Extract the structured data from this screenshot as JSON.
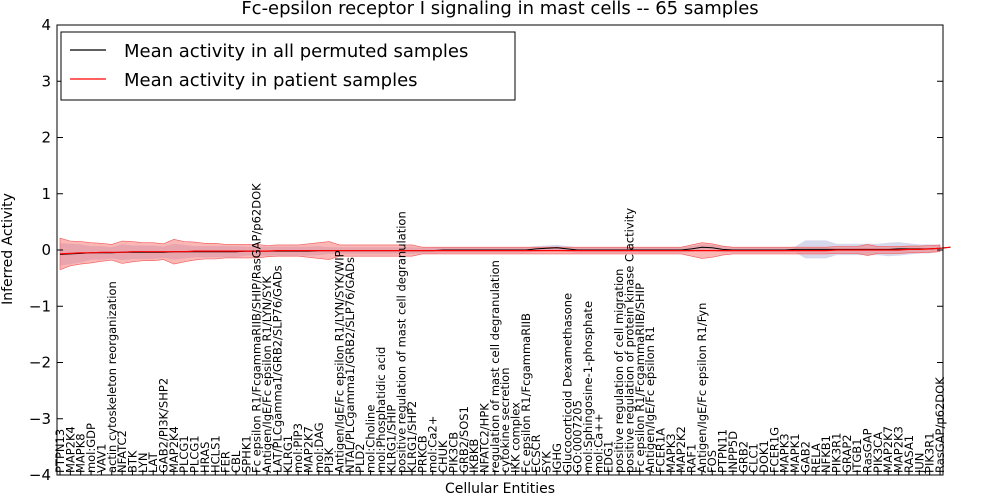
{
  "chart_data": {
    "type": "line",
    "title": "Fc-epsilon receptor I signaling in mast cells -- 65 samples",
    "xlabel": "Cellular Entities",
    "ylabel": "Inferred Activity",
    "ylim": [
      -4,
      4
    ],
    "yticks": [
      -4,
      -3,
      -2,
      -1,
      0,
      1,
      2,
      3,
      4
    ],
    "legend_position": "top-left",
    "grid": false,
    "categories": [
      "PTPN13",
      "MAP2K4",
      "MAPK8",
      "mol:GDP",
      "VAV1",
      "actin cytoskeleton reorganization",
      "NFATC2",
      "BTK",
      "LYN",
      "LAT",
      "GAB2/PI3K/SHP2",
      "MAP2K4",
      "PLCG1",
      "PLCG1",
      "HRAS",
      "HCLS1",
      "FER",
      "CBL",
      "SPHK1",
      "Fc epsilon R1/FcgammaRIIB/SHIP/RasGAP/p62DOK",
      "Antigen/IgE/Fc epsilon R1/LYN/SYK",
      "LAT/PLCgamma1/GRB2/SLP76/GADs",
      "KLRG1",
      "mol:PIP3",
      "MAP2K7",
      "mol:DAG",
      "PI3K",
      "Antigen/IgE/Fc epsilon R1/LYN/SYK/WIP",
      "NTAL/PLCgamma1/GRB2/SLP76/GADs",
      "PLD2",
      "mol:Choline",
      "mol:Phosphatidic acid",
      "KLRG1/SHIP",
      "positive regulation of mast cell degranulation",
      "KLRG1/SHP2",
      "PRKCB",
      "mol:Ca2+",
      "CHUK",
      "PIK3CB",
      "GRB2/SOS1",
      "IKBKB",
      "NFATC2/HPK",
      "regulation of mast cell degranulation",
      "cytokine secretion",
      "IKK complex",
      "Fc epsilon R1/FcgammaRIIB",
      "ECSCR",
      "SYK",
      "IGHG",
      "Glucocorticoid Dexamethasone",
      "GO:0007205",
      "mol:Sphingosine-1-phosphate",
      "mol:Ca++",
      "EDG1",
      "positive regulation of cell migration",
      "positive regulation of protein kinase C activity",
      "Fc epsilon R1/FcgammaRIIB/SHIP",
      "Antigen/IgE/Fc epsilon R1",
      "FCER1A",
      "MAPK3",
      "MAP2K2",
      "RAF1",
      "Antigen/IgE/Fc epsilon R1/Fyn",
      "FOS",
      "PTPN11",
      "INPP5D",
      "GRB2",
      "CLC1",
      "DOK1",
      "FCER1G",
      "MAPK3",
      "MAPK1",
      "GAB2",
      "RELA",
      "NFKB1",
      "PIK3R1",
      "GRAP2",
      "ITGB1",
      "RasGAP",
      "PIK3CA",
      "MAP2K7",
      "MAP2K3",
      "RASA1",
      "JUN",
      "PIK3R1",
      "RasGAP/p62DOK"
    ],
    "series": [
      {
        "name": "Mean activity in all permuted samples",
        "color": "#000000",
        "values": [
          -0.08,
          -0.07,
          -0.06,
          -0.05,
          -0.05,
          -0.05,
          -0.04,
          -0.04,
          -0.04,
          -0.04,
          -0.04,
          -0.03,
          -0.03,
          -0.03,
          -0.03,
          -0.03,
          -0.03,
          -0.03,
          -0.02,
          -0.02,
          -0.02,
          -0.02,
          -0.02,
          -0.02,
          -0.02,
          -0.01,
          -0.01,
          -0.01,
          -0.01,
          -0.01,
          -0.01,
          -0.01,
          -0.01,
          -0.01,
          -0.01,
          -0.01,
          -0.01,
          0.0,
          0.0,
          0.0,
          0.0,
          0.0,
          0.0,
          0.0,
          0.0,
          0.0,
          0.02,
          0.03,
          0.04,
          0.02,
          0.0,
          0.0,
          0.0,
          0.0,
          0.0,
          0.0,
          0.0,
          0.0,
          0.0,
          0.0,
          0.0,
          0.02,
          0.05,
          0.04,
          0.01,
          0.0,
          0.0,
          0.0,
          0.0,
          0.0,
          0.0,
          0.01,
          0.01,
          0.01,
          0.01,
          0.01,
          0.01,
          0.01,
          0.01,
          0.01,
          0.01,
          0.02,
          0.02,
          0.02,
          0.02,
          0.03,
          0.05
        ]
      },
      {
        "name": "Mean activity in patient samples",
        "color": "#ff0000",
        "values": [
          -0.07,
          -0.06,
          -0.05,
          -0.05,
          -0.04,
          -0.04,
          -0.04,
          -0.03,
          -0.03,
          -0.03,
          -0.03,
          -0.03,
          -0.03,
          -0.02,
          -0.02,
          -0.02,
          -0.02,
          -0.02,
          -0.02,
          -0.02,
          -0.02,
          -0.01,
          -0.01,
          -0.01,
          -0.01,
          -0.01,
          -0.01,
          -0.01,
          -0.01,
          -0.01,
          -0.01,
          -0.01,
          -0.01,
          -0.01,
          -0.01,
          -0.01,
          -0.01,
          -0.01,
          -0.01,
          -0.01,
          -0.01,
          -0.01,
          -0.01,
          -0.01,
          -0.01,
          -0.01,
          -0.01,
          -0.01,
          -0.01,
          -0.01,
          -0.01,
          -0.01,
          -0.01,
          -0.01,
          -0.01,
          -0.01,
          -0.01,
          -0.01,
          -0.01,
          -0.01,
          -0.01,
          -0.01,
          -0.01,
          -0.01,
          -0.01,
          -0.01,
          -0.01,
          -0.01,
          -0.01,
          -0.01,
          -0.01,
          -0.01,
          -0.01,
          -0.01,
          -0.01,
          0.0,
          0.0,
          0.0,
          0.0,
          0.0,
          0.0,
          0.0,
          0.01,
          0.01,
          0.02,
          0.03,
          0.05
        ]
      }
    ],
    "bands": {
      "permuted_color": "#c8cce6",
      "patient_color": "#f77a7a",
      "permuted_halfwidth": [
        0.2,
        0.18,
        0.16,
        0.12,
        0.12,
        0.1,
        0.14,
        0.12,
        0.12,
        0.12,
        0.1,
        0.14,
        0.12,
        0.1,
        0.1,
        0.1,
        0.1,
        0.1,
        0.08,
        0.08,
        0.08,
        0.08,
        0.08,
        0.08,
        0.08,
        0.08,
        0.06,
        0.06,
        0.06,
        0.06,
        0.06,
        0.06,
        0.06,
        0.06,
        0.06,
        0.05,
        0.05,
        0.05,
        0.05,
        0.05,
        0.05,
        0.05,
        0.05,
        0.05,
        0.05,
        0.05,
        0.05,
        0.05,
        0.05,
        0.05,
        0.05,
        0.05,
        0.05,
        0.05,
        0.05,
        0.05,
        0.05,
        0.05,
        0.05,
        0.05,
        0.05,
        0.05,
        0.05,
        0.05,
        0.05,
        0.05,
        0.05,
        0.05,
        0.05,
        0.05,
        0.05,
        0.05,
        0.16,
        0.16,
        0.16,
        0.1,
        0.1,
        0.1,
        0.1,
        0.1,
        0.12,
        0.12,
        0.1,
        0.08,
        0.08,
        0.06,
        0.05
      ],
      "patient_halfwidth": [
        0.28,
        0.22,
        0.2,
        0.18,
        0.16,
        0.14,
        0.2,
        0.18,
        0.16,
        0.16,
        0.14,
        0.22,
        0.18,
        0.16,
        0.14,
        0.14,
        0.12,
        0.12,
        0.12,
        0.12,
        0.1,
        0.1,
        0.1,
        0.1,
        0.12,
        0.14,
        0.16,
        0.1,
        0.1,
        0.1,
        0.1,
        0.1,
        0.1,
        0.1,
        0.1,
        0.06,
        0.06,
        0.06,
        0.06,
        0.06,
        0.06,
        0.06,
        0.06,
        0.06,
        0.06,
        0.06,
        0.06,
        0.06,
        0.06,
        0.06,
        0.06,
        0.06,
        0.06,
        0.06,
        0.06,
        0.06,
        0.06,
        0.06,
        0.06,
        0.06,
        0.06,
        0.1,
        0.14,
        0.12,
        0.08,
        0.06,
        0.06,
        0.06,
        0.06,
        0.06,
        0.06,
        0.06,
        0.06,
        0.06,
        0.06,
        0.06,
        0.06,
        0.06,
        0.1,
        0.06,
        0.06,
        0.06,
        0.06,
        0.06,
        0.06,
        0.06,
        0.05
      ]
    }
  }
}
